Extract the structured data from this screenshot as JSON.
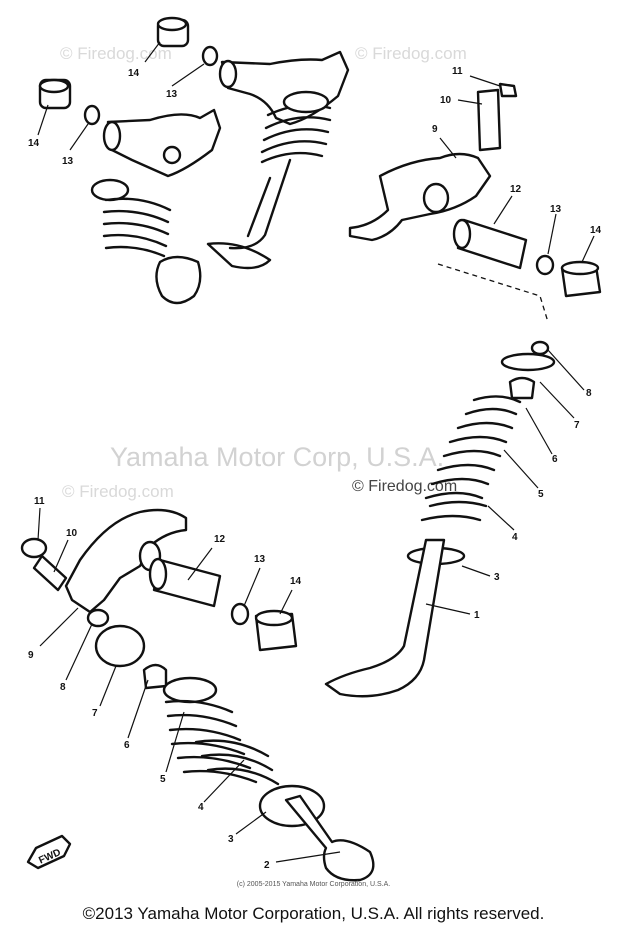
{
  "watermarks": {
    "main": "Yamaha Motor Corp, U.S.A.",
    "firedog": "© Firedog.com"
  },
  "footer": {
    "small_copyright": "(c) 2005-2015 Yamaha Motor Corporation, U.S.A.",
    "copyright": "©2013 Yamaha Motor Corporation, U.S.A. All rights reserved."
  },
  "callouts": {
    "upper_left": [
      "14",
      "13",
      "14",
      "13"
    ],
    "upper_right": [
      "11",
      "10",
      "9",
      "12",
      "13",
      "14"
    ],
    "middle_right": [
      "8",
      "7",
      "6",
      "5",
      "4",
      "3",
      "1"
    ],
    "lower_left": [
      "11",
      "10",
      "12",
      "13",
      "14",
      "9",
      "8",
      "7",
      "6",
      "5",
      "4",
      "3",
      "2"
    ]
  },
  "fwd_mark": "FWD"
}
